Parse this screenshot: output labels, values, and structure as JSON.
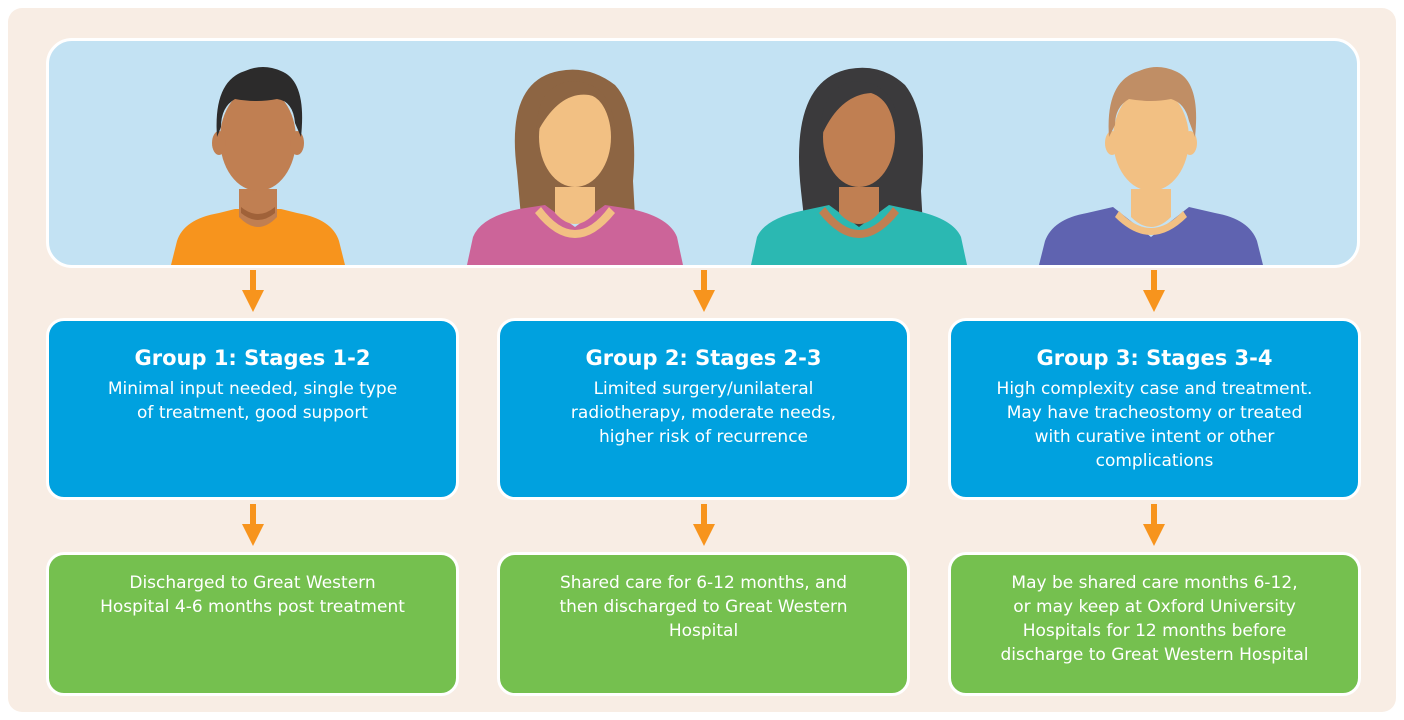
{
  "colors": {
    "panel_bg": "#f8ede4",
    "portrait_bg": "#c3e2f3",
    "group_box": "#00a1df",
    "outcome_box": "#75c04f",
    "arrow": "#f7941d"
  },
  "people": [
    {
      "icon": "person-man-orange-shirt-icon",
      "shirt": "#f7941d",
      "skin": "#c07f52",
      "hair": "#2c2b2b"
    },
    {
      "icon": "person-woman-pink-top-icon",
      "shirt": "#cc6499",
      "skin": "#f2c083",
      "hair": "#8d6543"
    },
    {
      "icon": "person-woman-teal-top-icon",
      "shirt": "#2bb8b2",
      "skin": "#c07f52",
      "hair": "#3b3a3c"
    },
    {
      "icon": "person-man-purple-shirt-icon",
      "shirt": "#5f63b0",
      "skin": "#f2c083",
      "hair": "#c08e65"
    }
  ],
  "groups": [
    {
      "title": "Group 1: Stages 1-2",
      "desc_lines": [
        "Minimal input needed, single type",
        "of treatment, good support"
      ],
      "outcome_lines": [
        "Discharged to Great Western",
        "Hospital 4-6 months post treatment"
      ]
    },
    {
      "title": "Group 2: Stages 2-3",
      "desc_lines": [
        "Limited surgery/unilateral",
        "radiotherapy, moderate needs,",
        "higher risk of recurrence"
      ],
      "outcome_lines": [
        "Shared care for 6-12 months, and",
        "then discharged to Great Western",
        "Hospital"
      ]
    },
    {
      "title": "Group 3: Stages 3-4",
      "desc_lines": [
        "High complexity case and treatment.",
        "May have tracheostomy or treated",
        "with curative intent or other",
        "complications"
      ],
      "outcome_lines": [
        "May be shared care months 6-12,",
        "or may keep at Oxford University",
        "Hospitals for 12 months before",
        "discharge to Great Western Hospital"
      ]
    }
  ]
}
